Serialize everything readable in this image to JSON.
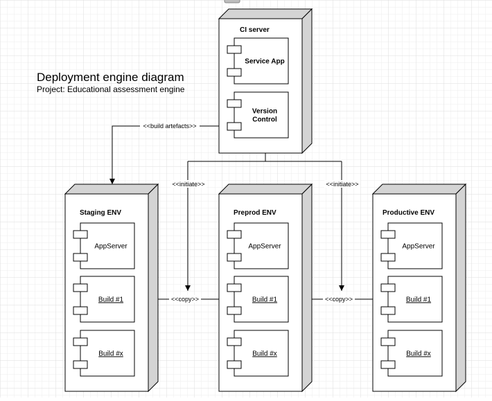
{
  "diagram": {
    "title": "Deployment engine diagram",
    "subtitle": "Project: Educational assessment engine",
    "colors": {
      "grid_minor": "#eeeeee",
      "grid_major": "#dddddd",
      "stroke": "#000000",
      "node_side": "#d4d4d4",
      "node_front": "#ffffff",
      "top_icon": "#bdbdbd"
    },
    "nodes": {
      "ci": {
        "title": "CI server",
        "components": [
          "Service App",
          "Version Control"
        ]
      },
      "staging": {
        "title": "Staging ENV",
        "components": [
          "AppServer",
          "Build #1",
          "Build #x"
        ]
      },
      "preprod": {
        "title": "Preprod ENV",
        "components": [
          "AppServer",
          "Build #1",
          "Build #x"
        ]
      },
      "prod": {
        "title": "Productive ENV",
        "components": [
          "AppServer",
          "Build #1",
          "Build #x"
        ]
      }
    },
    "connectors": {
      "build_artefacts": "<<build artefacts>>",
      "initiate_left": "<<initiate>>",
      "initiate_right": "<<initiate>>",
      "copy_left": "<<copy>>",
      "copy_right": "<<copy>>"
    }
  }
}
